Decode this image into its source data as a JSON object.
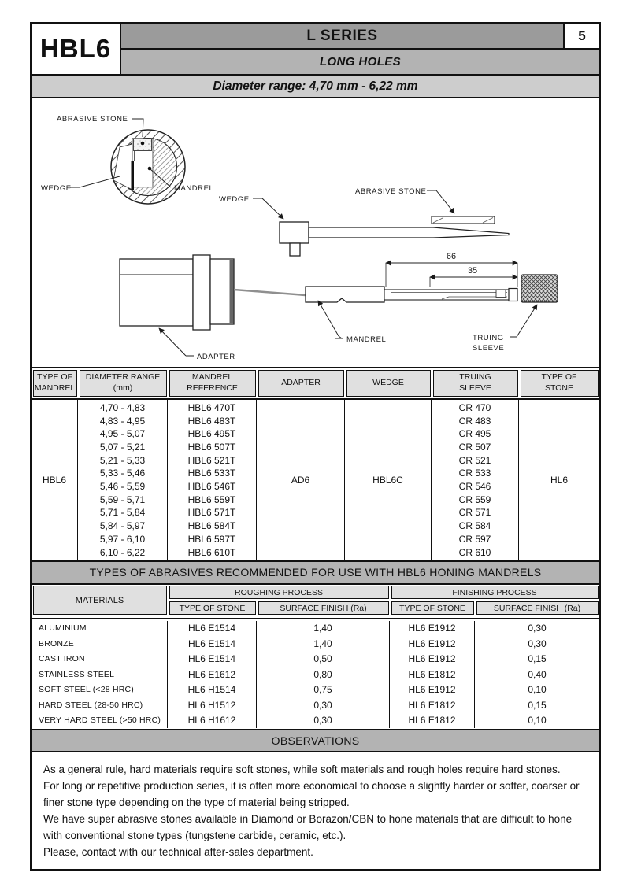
{
  "header": {
    "model": "HBL6",
    "series": "L SERIES",
    "page_number": "5",
    "subtitle": "LONG HOLES",
    "diameter_range": "Diameter range: 4,70 mm - 6,22 mm"
  },
  "diagram": {
    "labels": {
      "abrasive_stone_cross": "ABRASIVE STONE",
      "wedge_cross": "WEDGE",
      "mandrel_cross": "MANDREL",
      "wedge_side": "WEDGE",
      "abrasive_stone_side": "ABRASIVE STONE",
      "adapter": "ADAPTER",
      "mandrel_side": "MANDREL",
      "truing_line1": "TRUING",
      "truing_line2": "SLEEVE",
      "dim_overall": "66",
      "dim_inner": "35"
    }
  },
  "mandrel_table": {
    "columns": [
      {
        "line1": "TYPE OF",
        "line2": "MANDREL"
      },
      {
        "line1": "DIAMETER RANGE",
        "line2": "(mm)"
      },
      {
        "line1": "MANDREL",
        "line2": "REFERENCE"
      },
      {
        "line1": "ADAPTER",
        "line2": ""
      },
      {
        "line1": "WEDGE",
        "line2": ""
      },
      {
        "line1": "TRUING",
        "line2": "SLEEVE"
      },
      {
        "line1": "TYPE OF",
        "line2": "STONE"
      }
    ],
    "type_of_mandrel": "HBL6",
    "adapter": "AD6",
    "wedge": "HBL6C",
    "type_of_stone": "HL6",
    "rows": [
      {
        "range": "4,70 - 4,83",
        "reference": "HBL6 470T",
        "truing": "CR 470"
      },
      {
        "range": "4,83 - 4,95",
        "reference": "HBL6 483T",
        "truing": "CR 483"
      },
      {
        "range": "4,95 - 5,07",
        "reference": "HBL6 495T",
        "truing": "CR 495"
      },
      {
        "range": "5,07 - 5,21",
        "reference": "HBL6 507T",
        "truing": "CR 507"
      },
      {
        "range": "5,21 - 5,33",
        "reference": "HBL6 521T",
        "truing": "CR 521"
      },
      {
        "range": "5,33 - 5,46",
        "reference": "HBL6 533T",
        "truing": "CR 533"
      },
      {
        "range": "5,46 - 5,59",
        "reference": "HBL6 546T",
        "truing": "CR 546"
      },
      {
        "range": "5,59 - 5,71",
        "reference": "HBL6 559T",
        "truing": "CR 559"
      },
      {
        "range": "5,71 - 5,84",
        "reference": "HBL6 571T",
        "truing": "CR 571"
      },
      {
        "range": "5,84 - 5,97",
        "reference": "HBL6 584T",
        "truing": "CR 584"
      },
      {
        "range": "5,97 - 6,10",
        "reference": "HBL6 597T",
        "truing": "CR 597"
      },
      {
        "range": "6,10 - 6,22",
        "reference": "HBL6 610T",
        "truing": "CR 610"
      }
    ]
  },
  "abrasives": {
    "title": "TYPES OF ABRASIVES RECOMMENDED FOR USE WITH HBL6 HONING MANDRELS",
    "materials_header": "MATERIALS",
    "roughing_header": "ROUGHING PROCESS",
    "finishing_header": "FINISHING PROCESS",
    "stone_header": "TYPE OF STONE",
    "finish_header": "SURFACE FINISH (Ra)",
    "rows": [
      {
        "material": "ALUMINIUM",
        "rough_stone": "HL6 E1514",
        "rough_ra": "1,40",
        "finish_stone": "HL6 E1912",
        "finish_ra": "0,30"
      },
      {
        "material": "BRONZE",
        "rough_stone": "HL6 E1514",
        "rough_ra": "1,40",
        "finish_stone": "HL6 E1912",
        "finish_ra": "0,30"
      },
      {
        "material": "CAST IRON",
        "rough_stone": "HL6 E1514",
        "rough_ra": "0,50",
        "finish_stone": "HL6 E1912",
        "finish_ra": "0,15"
      },
      {
        "material": "STAINLESS STEEL",
        "rough_stone": "HL6 E1612",
        "rough_ra": "0,80",
        "finish_stone": "HL6 E1812",
        "finish_ra": "0,40"
      },
      {
        "material": "SOFT STEEL (<28 HRC)",
        "rough_stone": "HL6 H1514",
        "rough_ra": "0,75",
        "finish_stone": "HL6 E1912",
        "finish_ra": "0,10"
      },
      {
        "material": "HARD STEEL (28-50 HRC)",
        "rough_stone": "HL6 H1512",
        "rough_ra": "0,30",
        "finish_stone": "HL6 E1812",
        "finish_ra": "0,15"
      },
      {
        "material": "VERY HARD STEEL (>50 HRC)",
        "rough_stone": "HL6 H1612",
        "rough_ra": "0,30",
        "finish_stone": "HL6 E1812",
        "finish_ra": "0,10"
      }
    ]
  },
  "observations": {
    "title": "OBSERVATIONS",
    "paragraphs": [
      "As a general rule, hard materials require soft stones, while soft materials and rough holes require hard stones.",
      "For long or repetitive production series, it is often more economical to choose a slightly harder or softer, coarser or finer stone type depending on the type of material being stripped.",
      "We have super abrasive stones available in Diamond or Borazon/CBN to hone materials that are difficult to hone with conventional stone types (tungstene carbide, ceramic, etc.).",
      "Please, contact with our technical after-sales department."
    ]
  },
  "colors": {
    "band_dark": "#9b9b9b",
    "band_mid": "#b3b3b3",
    "band_light": "#cdcdcd",
    "header_cell": "#e0e0e0",
    "border": "#111111",
    "page_bg": "#ffffff"
  }
}
